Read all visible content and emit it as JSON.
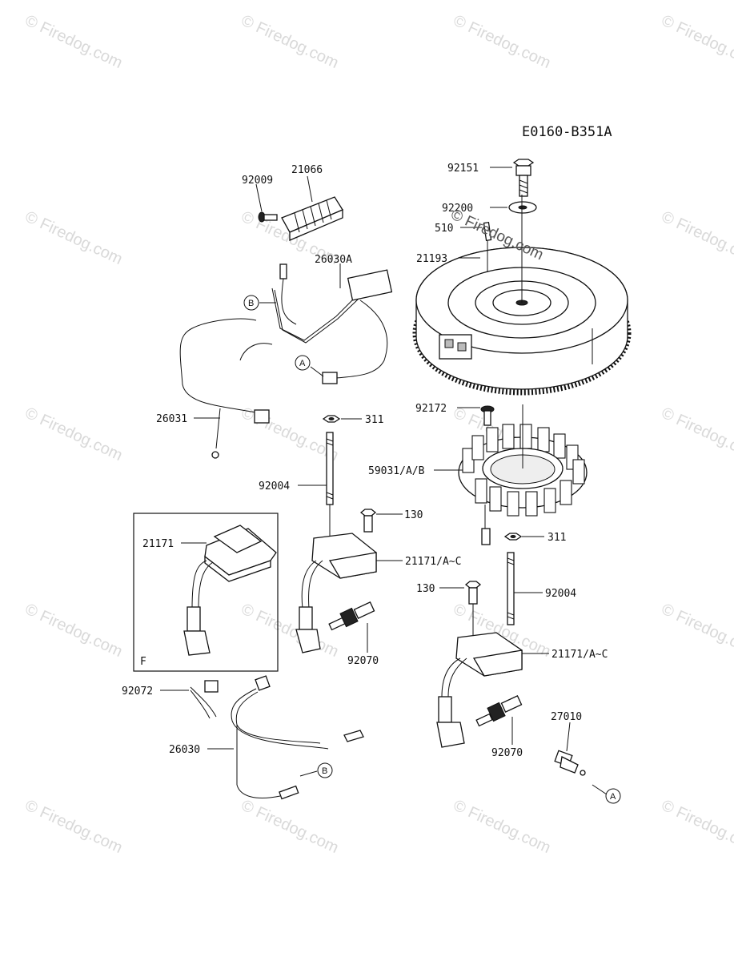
{
  "diagram": {
    "code": "E0160-B351A",
    "watermark_text": "© Firedog.com",
    "callouts": {
      "p92151": "92151",
      "p92200": "92200",
      "p510": "510",
      "p21193": "21193",
      "p92009": "92009",
      "p21066": "21066",
      "p26030A": "26030A",
      "p26031": "26031",
      "p92172": "92172",
      "p59031": "59031/A/B",
      "p311a": "311",
      "p92004a": "92004",
      "p130a": "130",
      "p21171f": "21171",
      "p21171a": "21171/A~C",
      "p92070a": "92070",
      "p311b": "311",
      "p130b": "130",
      "p92004b": "92004",
      "p21171b": "21171/A~C",
      "p92070b": "92070",
      "p27010": "27010",
      "p92072": "92072",
      "p26030": "26030"
    },
    "markers": {
      "b1": "B",
      "a1": "A",
      "b2": "B",
      "a2": "A",
      "f": "F"
    }
  }
}
